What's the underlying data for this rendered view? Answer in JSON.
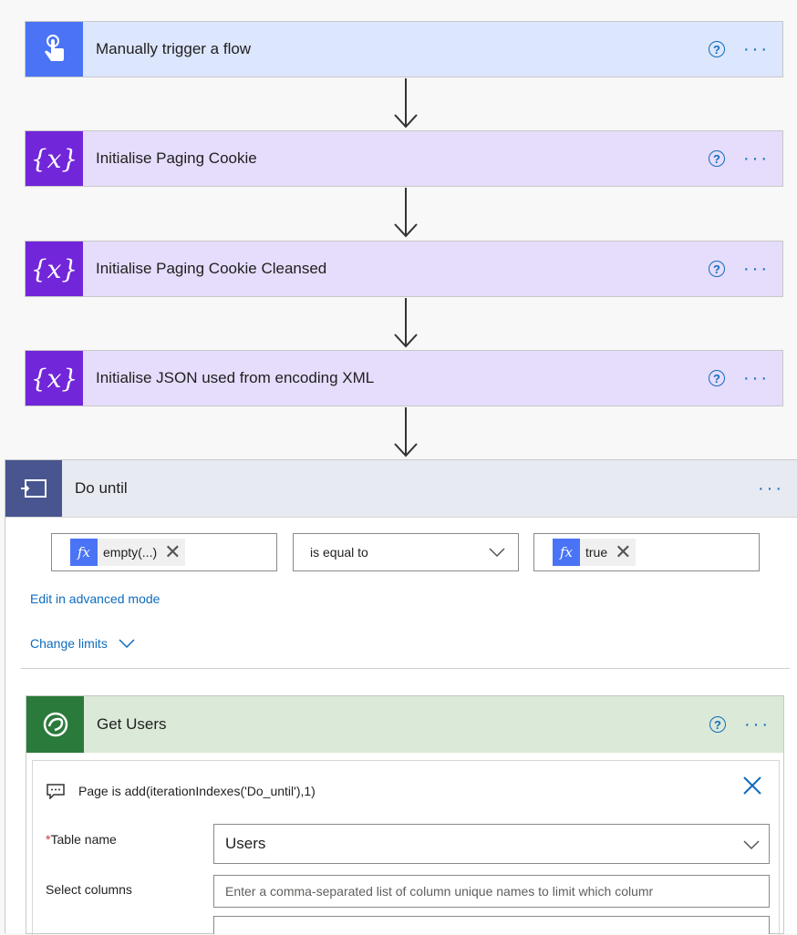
{
  "steps": [
    {
      "title": "Manually trigger a flow",
      "icon": "touch-icon"
    },
    {
      "title": "Initialise Paging Cookie",
      "icon": "variable-icon"
    },
    {
      "title": "Initialise Paging Cookie Cleansed",
      "icon": "variable-icon"
    },
    {
      "title": "Initialise JSON used from encoding XML",
      "icon": "variable-icon"
    }
  ],
  "variable_glyph": "{x}",
  "help_glyph": "?",
  "more_glyph": "···",
  "do_until": {
    "title": "Do until",
    "condition": {
      "left_token": "empty(...)",
      "operator": "is equal to",
      "right_token": "true"
    },
    "fx_label": "fx",
    "edit_advanced": "Edit in advanced mode",
    "change_limits": "Change limits"
  },
  "get_users": {
    "title": "Get Users",
    "comment": "Page is add(iterationIndexes('Do_until'),1)",
    "table_name_label": "Table name",
    "required_marker": "*",
    "table_name_value": "Users",
    "select_columns_label": "Select columns",
    "select_columns_placeholder": "Enter a comma-separated list of column unique names to limit which columr"
  },
  "colors": {
    "trigger": "#4a74f5",
    "variable": "#7226d9",
    "do_until": "#48558f",
    "dataverse": "#2a7a3b",
    "link": "#0f6cbd"
  }
}
